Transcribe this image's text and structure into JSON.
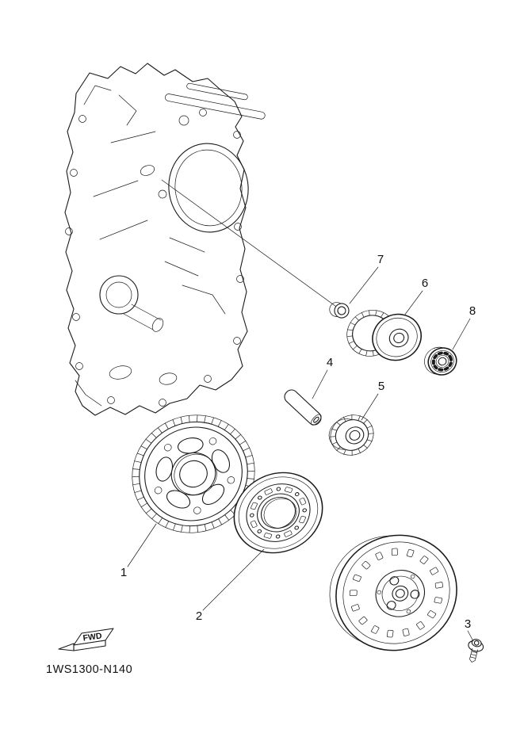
{
  "diagram": {
    "code": "1WS1300-N140",
    "fwd": "FWD",
    "callouts": [
      {
        "label": "1"
      },
      {
        "label": "2"
      },
      {
        "label": "3"
      },
      {
        "label": "4"
      },
      {
        "label": "5"
      },
      {
        "label": "6"
      },
      {
        "label": "7"
      },
      {
        "label": "8"
      }
    ]
  }
}
